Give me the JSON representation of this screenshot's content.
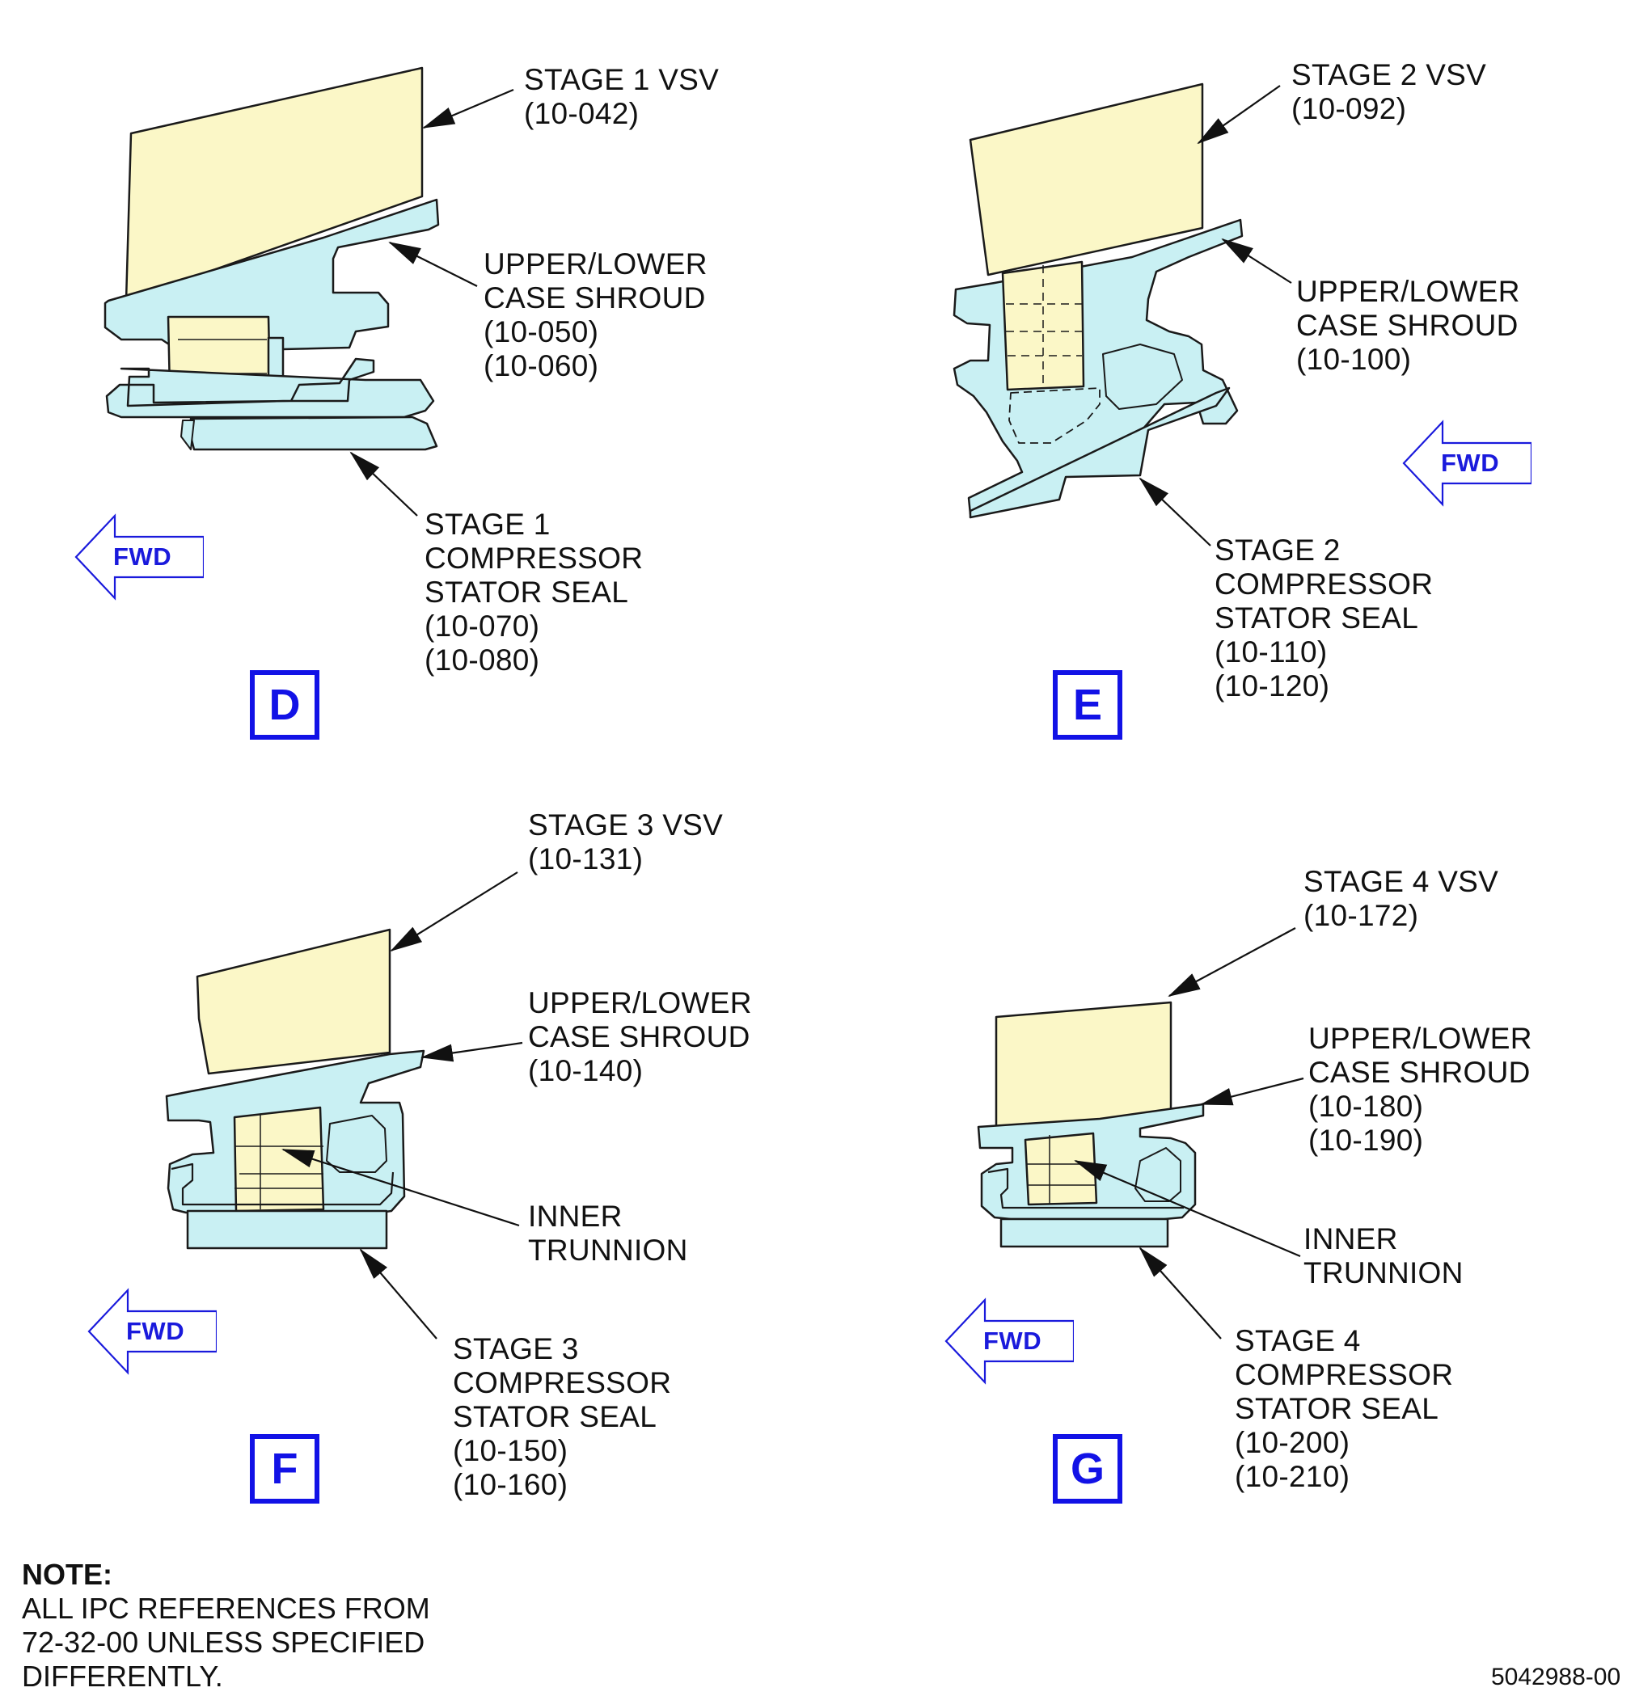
{
  "views": [
    {
      "letter": "D",
      "vane": {
        "line1": "STAGE 1 VSV",
        "line2": "(10-042)"
      },
      "shroud": {
        "line1": "UPPER/LOWER",
        "line2": "CASE SHROUD",
        "line3": "(10-050)",
        "line4": "(10-060)"
      },
      "seal": {
        "line1": "STAGE 1",
        "line2": "COMPRESSOR",
        "line3": "STATOR SEAL",
        "line4": "(10-070)",
        "line5": "(10-080)"
      },
      "fwd": "FWD"
    },
    {
      "letter": "E",
      "vane": {
        "line1": "STAGE 2 VSV",
        "line2": "(10-092)"
      },
      "shroud": {
        "line1": "UPPER/LOWER",
        "line2": "CASE SHROUD",
        "line3": "(10-100)"
      },
      "seal": {
        "line1": "STAGE 2",
        "line2": "COMPRESSOR",
        "line3": "STATOR SEAL",
        "line4": "(10-110)",
        "line5": "(10-120)"
      },
      "fwd": "FWD"
    },
    {
      "letter": "F",
      "vane": {
        "line1": "STAGE 3 VSV",
        "line2": "(10-131)"
      },
      "shroud": {
        "line1": "UPPER/LOWER",
        "line2": "CASE SHROUD",
        "line3": "(10-140)"
      },
      "trunnion": {
        "line1": "INNER",
        "line2": "TRUNNION"
      },
      "seal": {
        "line1": "STAGE 3",
        "line2": "COMPRESSOR",
        "line3": "STATOR SEAL",
        "line4": "(10-150)",
        "line5": "(10-160)"
      },
      "fwd": "FWD"
    },
    {
      "letter": "G",
      "vane": {
        "line1": "STAGE 4 VSV",
        "line2": "(10-172)"
      },
      "shroud": {
        "line1": "UPPER/LOWER",
        "line2": "CASE SHROUD",
        "line3": "(10-180)",
        "line4": "(10-190)"
      },
      "trunnion": {
        "line1": "INNER",
        "line2": "TRUNNION"
      },
      "seal": {
        "line1": "STAGE 4",
        "line2": "COMPRESSOR",
        "line3": "STATOR SEAL",
        "line4": "(10-200)",
        "line5": "(10-210)"
      },
      "fwd": "FWD"
    }
  ],
  "note": {
    "heading": "NOTE:",
    "line1": "ALL IPC REFERENCES FROM",
    "line2": "72-32-00 UNLESS SPECIFIED",
    "line3": "DIFFERENTLY."
  },
  "document_number": "5042988-00",
  "colors": {
    "vane_fill": "#fbf7c7",
    "seal_fill": "#c9f0f3",
    "outline": "#1a1a1a",
    "view_letter": "#1212e6",
    "fwd_arrow": "#1a1adc"
  }
}
